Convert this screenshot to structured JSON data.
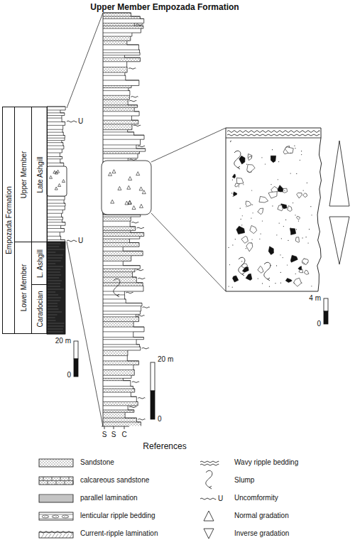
{
  "diagram": {
    "title": "Upper Member Empozada Formation",
    "nodes": [
      {
        "text": [
          "Empozada Formation"
        ]
      },
      {
        "text": [
          "Upper Member"
        ]
      },
      {
        "text": [
          "Late Ashgill"
        ]
      },
      {
        "text": [
          "Lower Member"
        ]
      },
      {
        "text": [
          "L. Ashgill"
        ]
      },
      {
        "text": [
          "Caradocian"
        ]
      }
    ],
    "labels": [
      "U",
      "U",
      "20 m",
      "0",
      "20 m",
      "0",
      "S",
      "S",
      "C",
      "4 m",
      "0",
      "References",
      "U"
    ],
    "legend": [
      {
        "text": "Sandstone"
      },
      {
        "text": "calcareous sandstone"
      },
      {
        "text": "parallel lamination"
      },
      {
        "text": "lenticular ripple bedding"
      },
      {
        "text": "Current-ripple lamination"
      },
      {
        "text": "Wavy ripple bedding"
      },
      {
        "text": "Slump"
      },
      {
        "text": "Uncomformity"
      },
      {
        "text": "Normal gradation"
      },
      {
        "text": "Inverse gradation"
      }
    ]
  }
}
